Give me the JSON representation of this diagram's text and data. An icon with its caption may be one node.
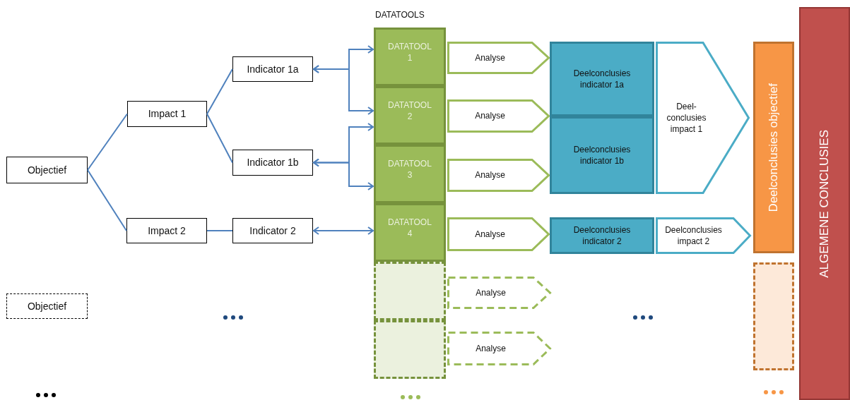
{
  "diagram": {
    "nodes": [
      {
        "text": [
          "Objectief"
        ]
      },
      {
        "text": [
          "Impact 1"
        ]
      },
      {
        "text": [
          "Impact 2"
        ]
      },
      {
        "text": [
          "Indicator 1a"
        ]
      },
      {
        "text": [
          "Indicator 1b"
        ]
      },
      {
        "text": [
          "Indicator 2"
        ]
      },
      {
        "text": [
          "DATATOOL 1"
        ]
      },
      {
        "text": [
          "DATATOOL 2"
        ]
      },
      {
        "text": [
          "DATATOOL 3"
        ]
      },
      {
        "text": [
          "DATATOOL 4"
        ]
      },
      {
        "text": [],
        "shape": "box"
      },
      {
        "text": [],
        "shape": "box"
      },
      {
        "text": [
          "Analyse"
        ]
      },
      {
        "text": [
          "Analyse"
        ]
      },
      {
        "text": [
          "Analyse"
        ]
      },
      {
        "text": [
          "Analyse"
        ]
      },
      {
        "text": [
          "Analyse"
        ]
      },
      {
        "text": [
          "Analyse"
        ]
      },
      {
        "text": [
          "Deelconclusies indicator 1a"
        ]
      },
      {
        "text": [
          "Deelconclusies indicator 1b"
        ]
      },
      {
        "text": [
          "Deelconclusies indicator 2"
        ]
      },
      {
        "text": [
          "Deel- conclusies impact 1"
        ]
      },
      {
        "text": [
          "Deelconclusies impact 2"
        ]
      },
      {
        "text": [
          "Deelconclusies objectief"
        ]
      },
      {
        "text": [],
        "shape": "box"
      },
      {
        "text": [
          "ALGEMENE CONCLUSIES"
        ]
      },
      {
        "text": [
          "Objectief"
        ]
      }
    ],
    "edges": [
      {
        "from": 0,
        "to": 1,
        "arrow": "none"
      },
      {
        "from": 0,
        "to": 2,
        "arrow": "none"
      },
      {
        "from": 1,
        "to": 3,
        "arrow": "none"
      },
      {
        "from": 1,
        "to": 4,
        "arrow": "none"
      },
      {
        "from": 2,
        "to": 5,
        "arrow": "none"
      },
      {
        "from": 3,
        "to": 6,
        "arrow": "both"
      },
      {
        "from": 3,
        "to": 7,
        "arrow": "both"
      },
      {
        "from": 4,
        "to": 7,
        "arrow": "both"
      },
      {
        "from": 4,
        "to": 8,
        "arrow": "both"
      },
      {
        "from": 5,
        "to": 9,
        "arrow": "both"
      }
    ],
    "labels": [
      "DATATOOLS"
    ]
  }
}
